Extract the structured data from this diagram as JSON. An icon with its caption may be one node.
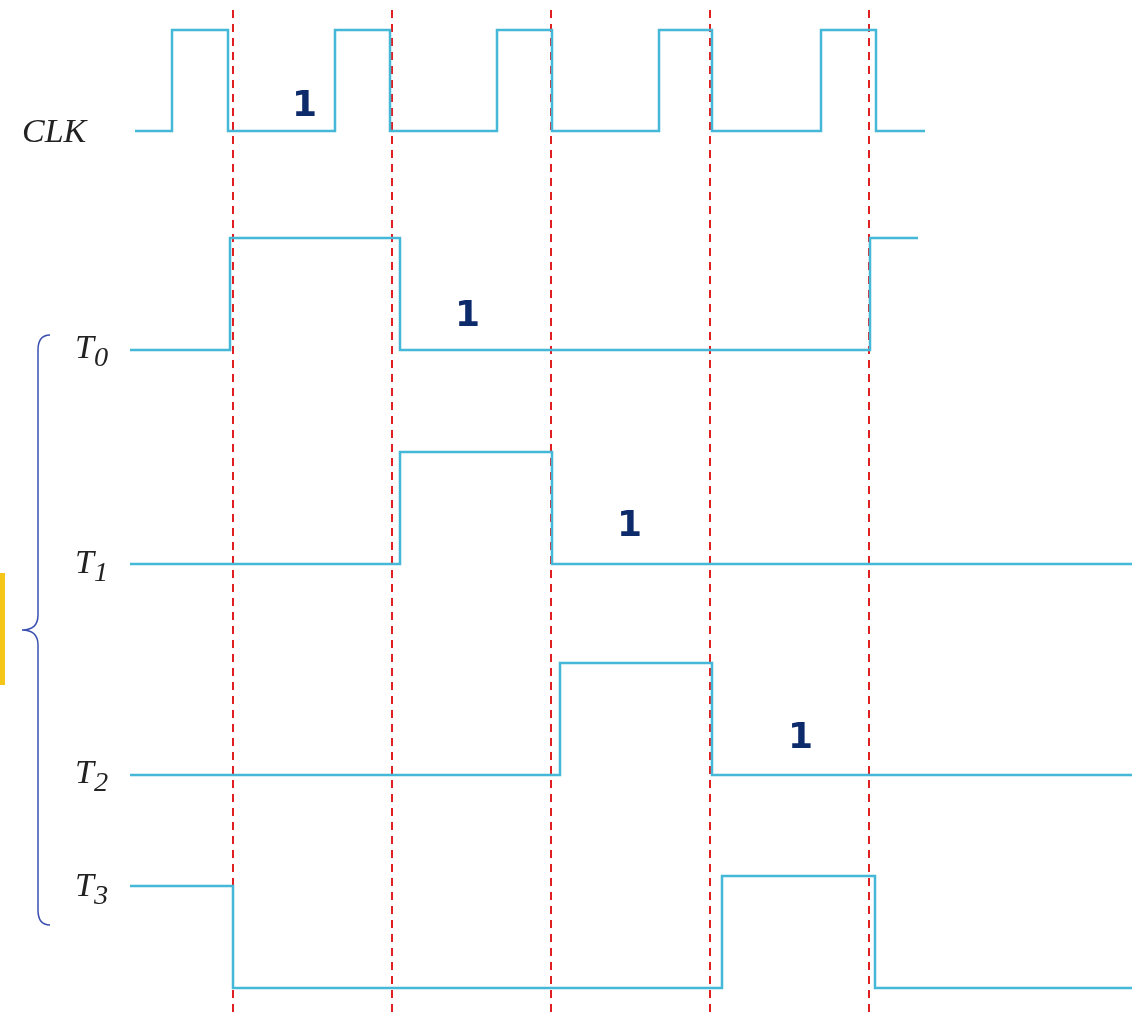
{
  "diagram": {
    "labels": [
      "CLK",
      "1",
      "1",
      "T$_{0}$",
      "1",
      "T$_{1}$",
      "1",
      "T$_{2}$",
      "T$_{3}$"
    ]
  }
}
